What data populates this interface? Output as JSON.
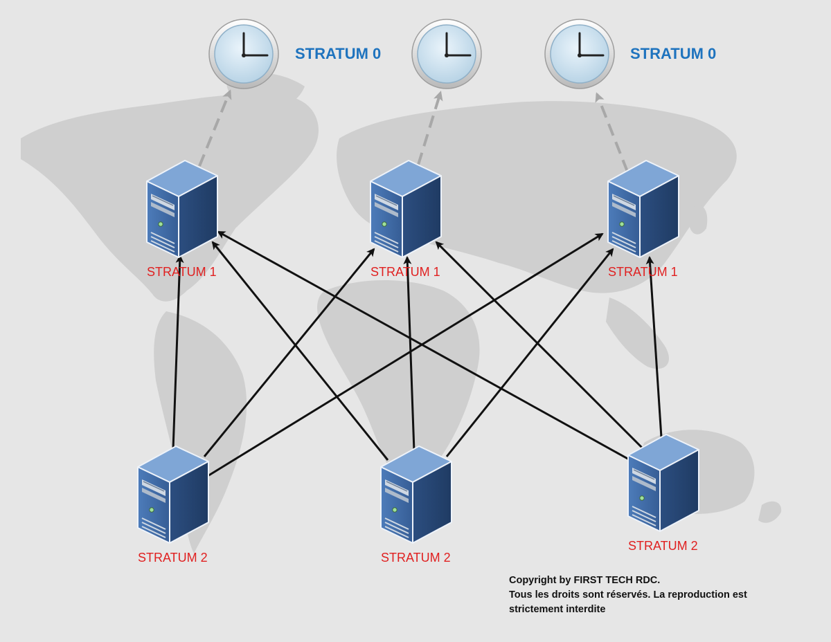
{
  "labels": {
    "stratum0_left": "STRATUM 0",
    "stratum0_right": "STRATUM 0",
    "s1_a": "STRATUM 1",
    "s1_b": "STRATUM 1",
    "s1_c": "STRATUM 1",
    "s2_a": "STRATUM 2",
    "s2_b": "STRATUM 2",
    "s2_c": "STRATUM 2"
  },
  "copyright": {
    "line1": "Copyright by FIRST TECH RDC.",
    "line2": "Tous les droits sont réservés. La reproduction est",
    "line3": "strictement interdite"
  },
  "colors": {
    "background": "#e6e6e6",
    "map": "#cfcfcf",
    "stratum0_text": "#1e73be",
    "stratum_text": "#e02020",
    "server_front": "#3f6aa6",
    "arrow": "#111111",
    "dashed_arrow": "#a8a8a8"
  },
  "icons": {
    "clock": "clock-icon",
    "server": "server-icon"
  }
}
